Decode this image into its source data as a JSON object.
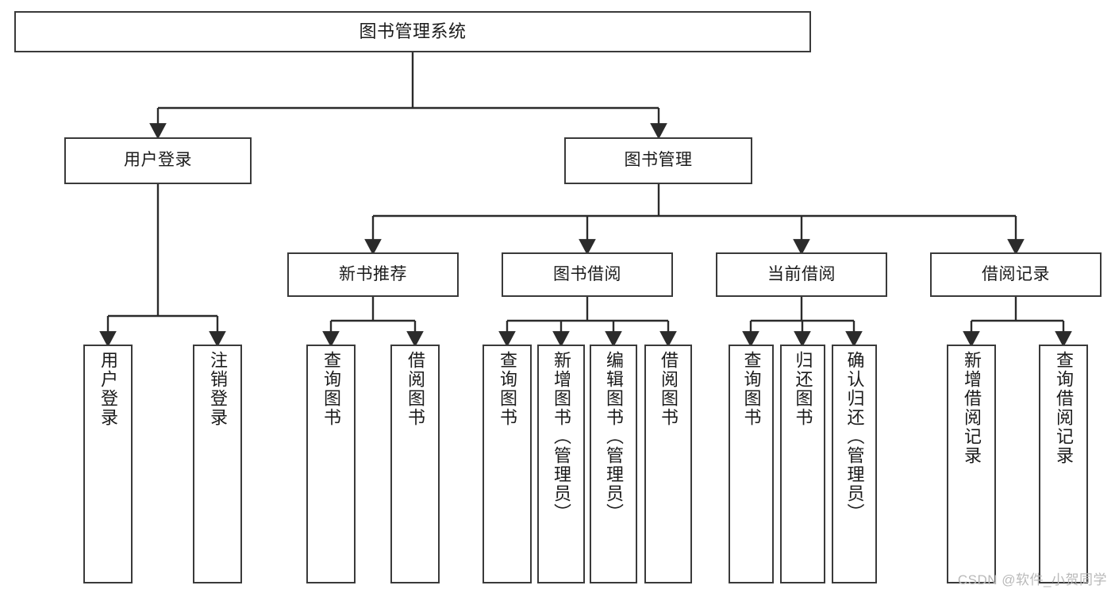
{
  "diagram": {
    "title": "图书管理系统",
    "type": "tree-hierarchy",
    "watermark": "CSDN @软件_小贺同学",
    "colors": {
      "background": "#ffffff",
      "box_border": "#3a3a3a",
      "box_fill": "#ffffff",
      "edge": "#2b2b2b",
      "text": "#1b1b1b",
      "watermark": "#b9b9b9"
    },
    "root": {
      "label": "图书管理系统"
    },
    "level2": [
      {
        "label": "用户登录"
      },
      {
        "label": "图书管理"
      }
    ],
    "level3": [
      {
        "label": "新书推荐"
      },
      {
        "label": "图书借阅"
      },
      {
        "label": "当前借阅"
      },
      {
        "label": "借阅记录"
      }
    ],
    "leaves": {
      "user_login": [
        {
          "label": "用户登录"
        },
        {
          "label": "注销登录"
        }
      ],
      "new_book_recommend": [
        {
          "label": "查询图书"
        },
        {
          "label": "借阅图书"
        }
      ],
      "book_borrow": [
        {
          "label": "查询图书"
        },
        {
          "label": "新增图书（管理员）"
        },
        {
          "label": "编辑图书（管理员）"
        },
        {
          "label": "借阅图书"
        }
      ],
      "current_borrow": [
        {
          "label": "查询图书"
        },
        {
          "label": "归还图书"
        },
        {
          "label": "确认归还（管理员）"
        }
      ],
      "borrow_record": [
        {
          "label": "新增借阅记录"
        },
        {
          "label": "查询借阅记录"
        }
      ]
    }
  }
}
